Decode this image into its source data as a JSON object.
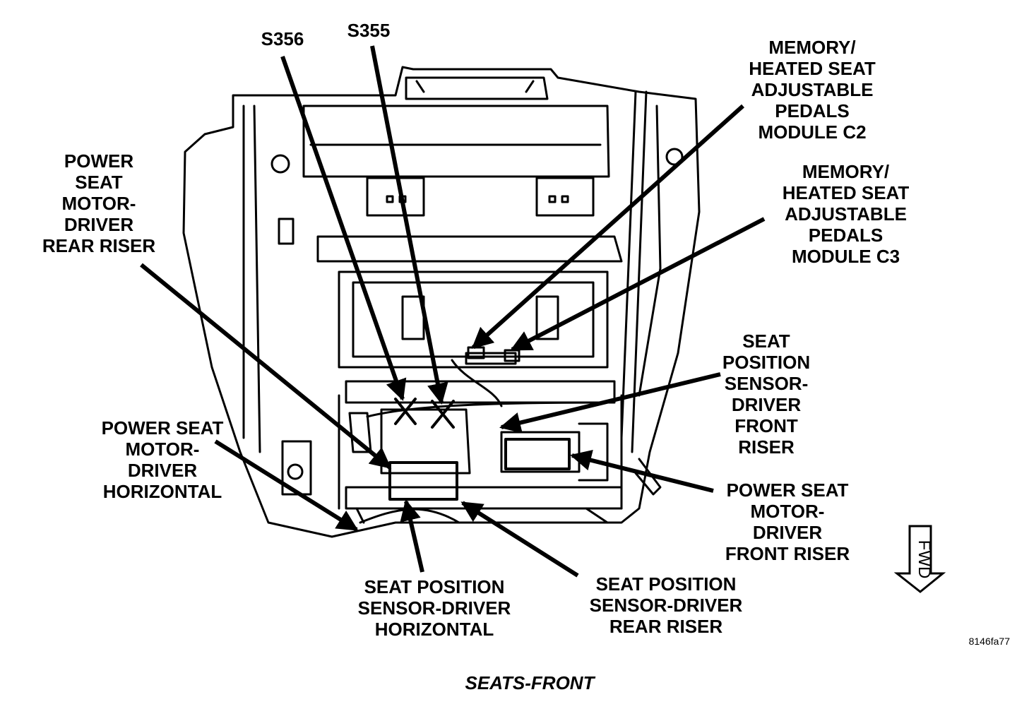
{
  "labels": {
    "s356": "S356",
    "s355": "S355",
    "memory_c2": "MEMORY/\nHEATED SEAT\nADJUSTABLE\nPEDALS\nMODULE C2",
    "memory_c3": "MEMORY/\nHEATED SEAT\nADJUSTABLE\nPEDALS\nMODULE C3",
    "motor_rear_riser": "POWER\nSEAT\nMOTOR-\nDRIVER\nREAR RISER",
    "sensor_front_riser": "SEAT\nPOSITION\nSENSOR-\nDRIVER\nFRONT\nRISER",
    "motor_horizontal": "POWER SEAT\nMOTOR-\nDRIVER\nHORIZONTAL",
    "motor_front_riser": "POWER SEAT\nMOTOR-\nDRIVER\nFRONT RISER",
    "sensor_horizontal": "SEAT POSITION\nSENSOR-DRIVER\nHORIZONTAL",
    "sensor_rear_riser": "SEAT POSITION\nSENSOR-DRIVER\nREAR RISER"
  },
  "fwd_indicator": "FWD",
  "reference_id": "8146fa77",
  "caption": "SEATS-FRONT",
  "colors": {
    "ink": "#000000",
    "paper": "#ffffff"
  }
}
